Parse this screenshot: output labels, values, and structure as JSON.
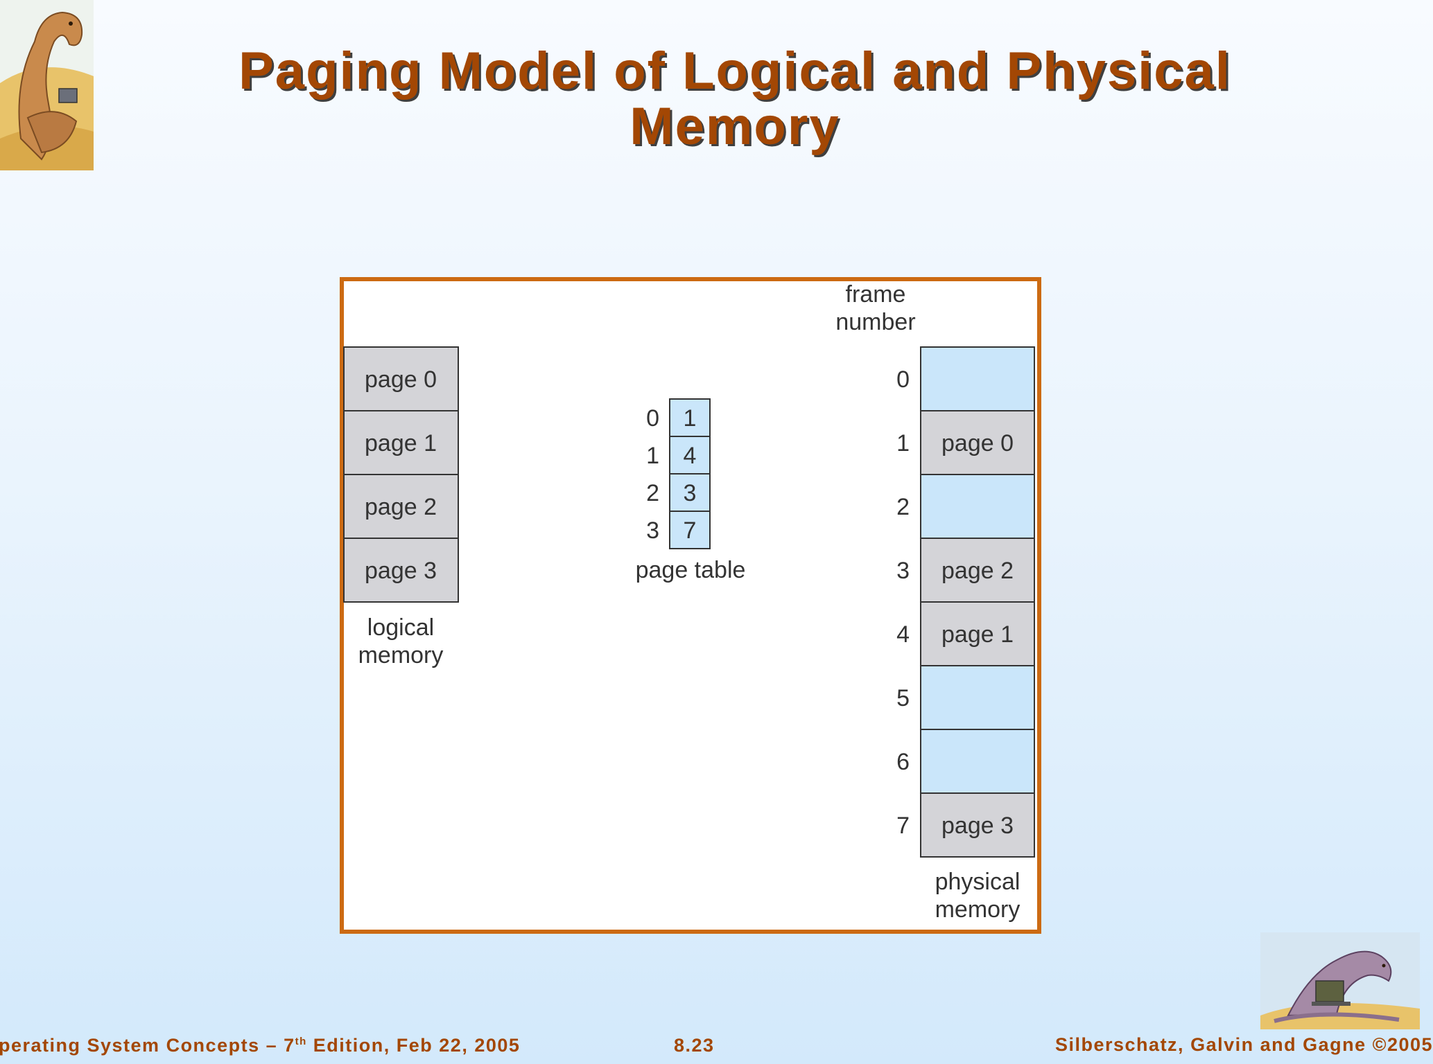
{
  "slide": {
    "title_line1": "Paging Model of Logical and Physical",
    "title_line2": "Memory"
  },
  "diagram": {
    "logical_memory": {
      "label_line1": "logical",
      "label_line2": "memory",
      "pages": [
        "page 0",
        "page 1",
        "page 2",
        "page 3"
      ]
    },
    "page_table": {
      "label": "page table",
      "indices": [
        "0",
        "1",
        "2",
        "3"
      ],
      "frames": [
        "1",
        "4",
        "3",
        "7"
      ]
    },
    "physical_memory": {
      "label_line1": "physical",
      "label_line2": "memory",
      "header_line1": "frame",
      "header_line2": "number",
      "frames": [
        {
          "number": "0",
          "content": ""
        },
        {
          "number": "1",
          "content": "page 0"
        },
        {
          "number": "2",
          "content": ""
        },
        {
          "number": "3",
          "content": "page 2"
        },
        {
          "number": "4",
          "content": "page 1"
        },
        {
          "number": "5",
          "content": ""
        },
        {
          "number": "6",
          "content": ""
        },
        {
          "number": "7",
          "content": "page 3"
        }
      ]
    },
    "colors": {
      "border": "#cc6a12",
      "page_fill": "#d4d4d8",
      "free_fill": "#cae6fa",
      "table_fill": "#cae6fa",
      "stroke": "#333333"
    }
  },
  "footer": {
    "left_pre": "perating System Concepts – 7",
    "left_sup": "th",
    "left_post": " Edition, Feb 22, 2005",
    "center": "8.23",
    "right": "Silberschatz, Galvin and Gagne ©2005"
  }
}
